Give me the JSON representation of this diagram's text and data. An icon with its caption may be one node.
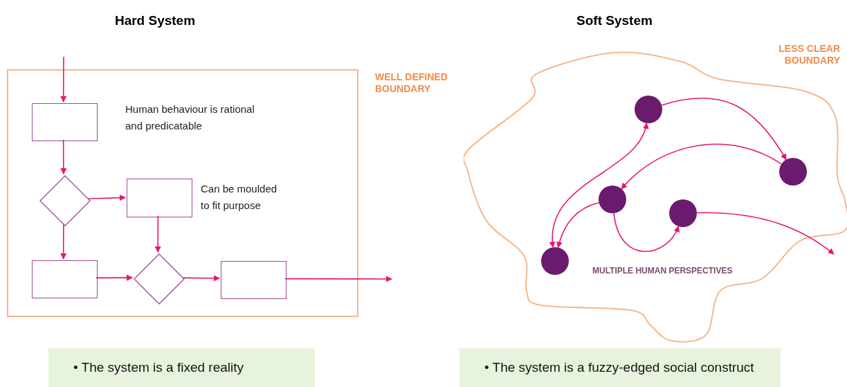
{
  "diagram": {
    "nodes": [
      {
        "text": [],
        "shape": "box",
        "beside": [
          "WELL DEFINED BOUNDARY"
        ]
      },
      {
        "text": [],
        "shape": "box",
        "in": 0
      },
      {
        "text": [],
        "shape": "diamond",
        "in": 0
      },
      {
        "text": [],
        "shape": "box",
        "in": 0
      },
      {
        "text": [],
        "shape": "box",
        "in": 0
      },
      {
        "text": [],
        "shape": "diamond",
        "in": 0
      },
      {
        "text": [],
        "shape": "box",
        "in": 0
      },
      {
        "text": [],
        "shape": "cloud",
        "beside": [
          "LESS CLEAR BOUNDARY"
        ]
      },
      {
        "text": [],
        "shape": "circle",
        "in": 7
      },
      {
        "text": [],
        "shape": "circle",
        "in": 7
      },
      {
        "text": [],
        "shape": "circle",
        "in": 7
      },
      {
        "text": [],
        "shape": "circle",
        "in": 7
      },
      {
        "text": [],
        "shape": "circle",
        "in": 7
      },
      {
        "text": [
          "• The system is a fixed reality"
        ]
      },
      {
        "text": [
          "• The system is a fuzzy-edged social construct"
        ]
      }
    ],
    "edges": [
      {
        "from": null,
        "to": 1,
        "arrow": "to"
      },
      {
        "from": 1,
        "to": 2,
        "arrow": "to"
      },
      {
        "from": 2,
        "to": 3,
        "arrow": "to"
      },
      {
        "from": 2,
        "to": 4,
        "arrow": "to"
      },
      {
        "from": 3,
        "to": 5,
        "arrow": "to"
      },
      {
        "from": 4,
        "to": 5,
        "arrow": "to"
      },
      {
        "from": 5,
        "to": 6,
        "arrow": "to"
      },
      {
        "from": 6,
        "to": null,
        "arrow": "to"
      },
      {
        "from": 8,
        "to": 9,
        "arrow": "to"
      },
      {
        "from": 9,
        "to": 10,
        "arrow": "to"
      },
      {
        "from": 12,
        "to": 8,
        "arrow": "both"
      },
      {
        "from": 10,
        "to": 12,
        "arrow": "to"
      },
      {
        "from": 10,
        "to": 11,
        "arrow": "to"
      },
      {
        "from": 11,
        "to": null,
        "arrow": "to"
      }
    ],
    "labels": [
      "Hard System",
      "Soft System",
      "Human behaviour is rational and predicatable",
      "Can be moulded to fit purpose",
      "MULTIPLE HUMAN PERSPECTIVES"
    ]
  }
}
